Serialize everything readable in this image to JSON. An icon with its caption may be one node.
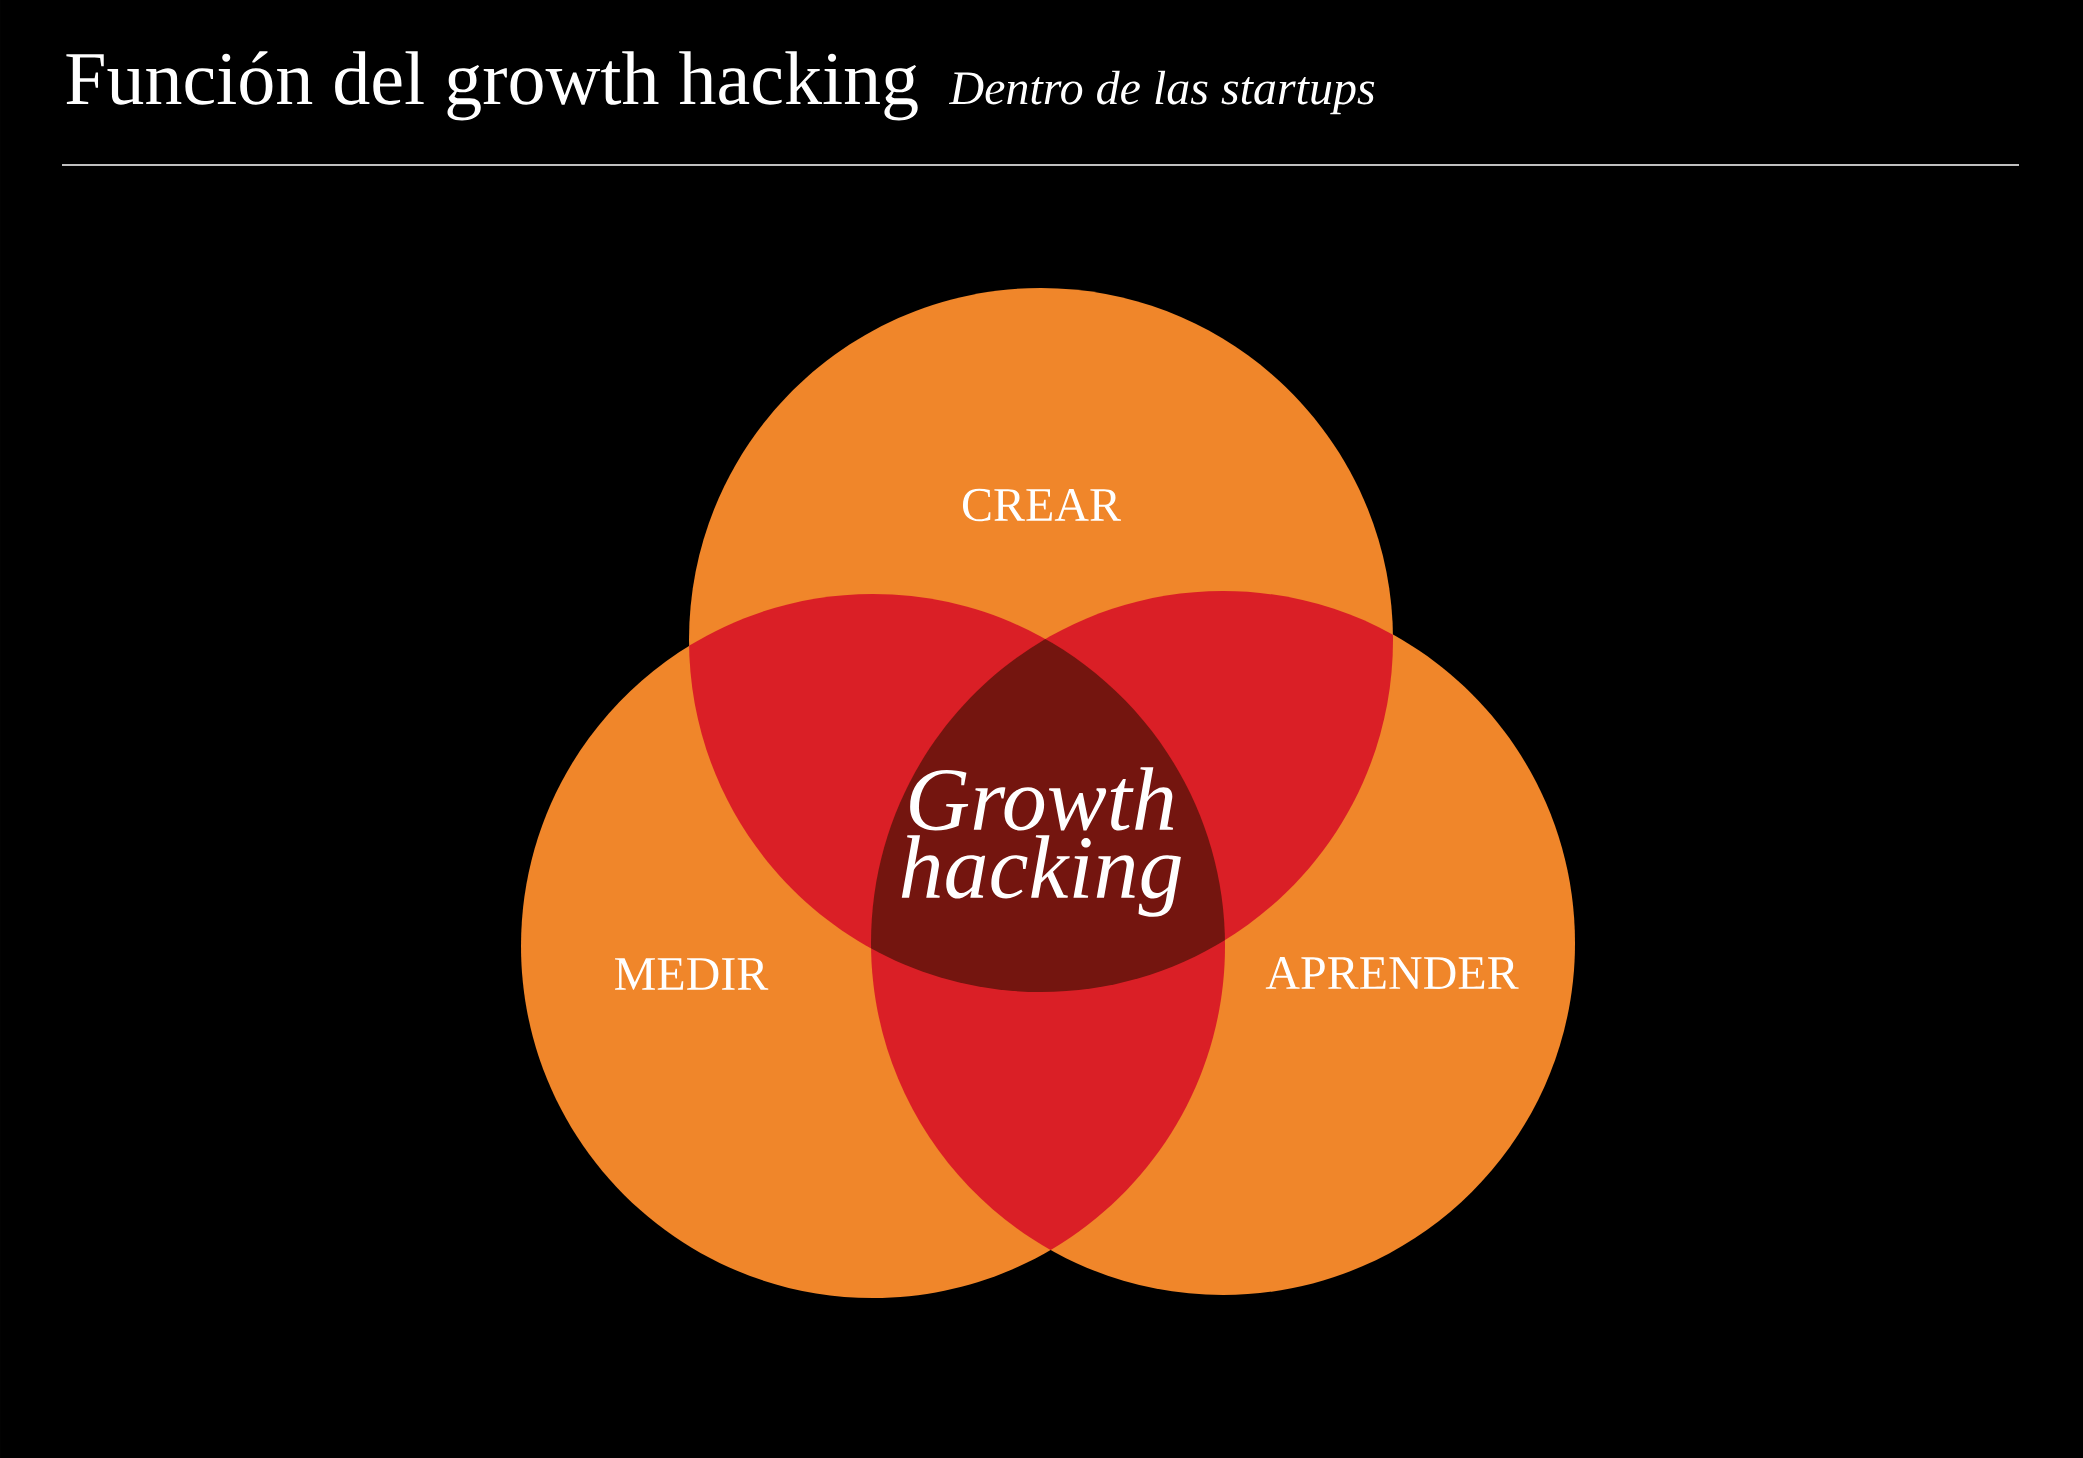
{
  "diagram": {
    "title": "Función del growth hacking",
    "nodes": [
      {
        "text": [
          "CREAR"
        ]
      },
      {
        "text": [
          "MEDIR"
        ]
      },
      {
        "text": [
          "APRENDER"
        ]
      }
    ],
    "labels": [
      "Dentro de las startups",
      "Growth hacking"
    ]
  }
}
